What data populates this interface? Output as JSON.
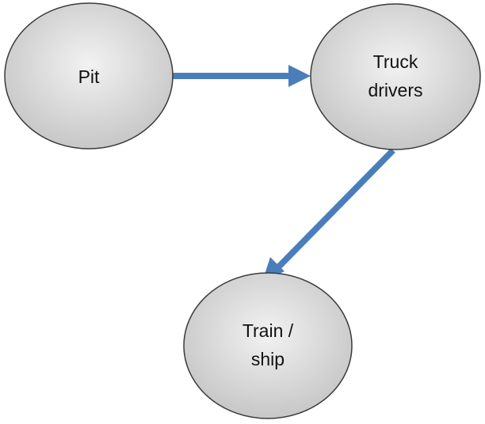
{
  "nodes": [
    {
      "id": "pit",
      "lines": [
        "Pit"
      ]
    },
    {
      "id": "truck-drivers",
      "lines": [
        "Truck",
        "drivers"
      ]
    },
    {
      "id": "train-ship",
      "lines": [
        "Train /",
        "ship"
      ]
    }
  ],
  "edges": [
    {
      "from": "pit",
      "to": "truck-drivers"
    },
    {
      "from": "truck-drivers",
      "to": "train-ship"
    }
  ],
  "colors": {
    "node_fill_light": "#f2f2f2",
    "node_fill_dark": "#c4c4c4",
    "node_stroke": "#3a3a3a",
    "arrow": "#4a7ebb"
  }
}
